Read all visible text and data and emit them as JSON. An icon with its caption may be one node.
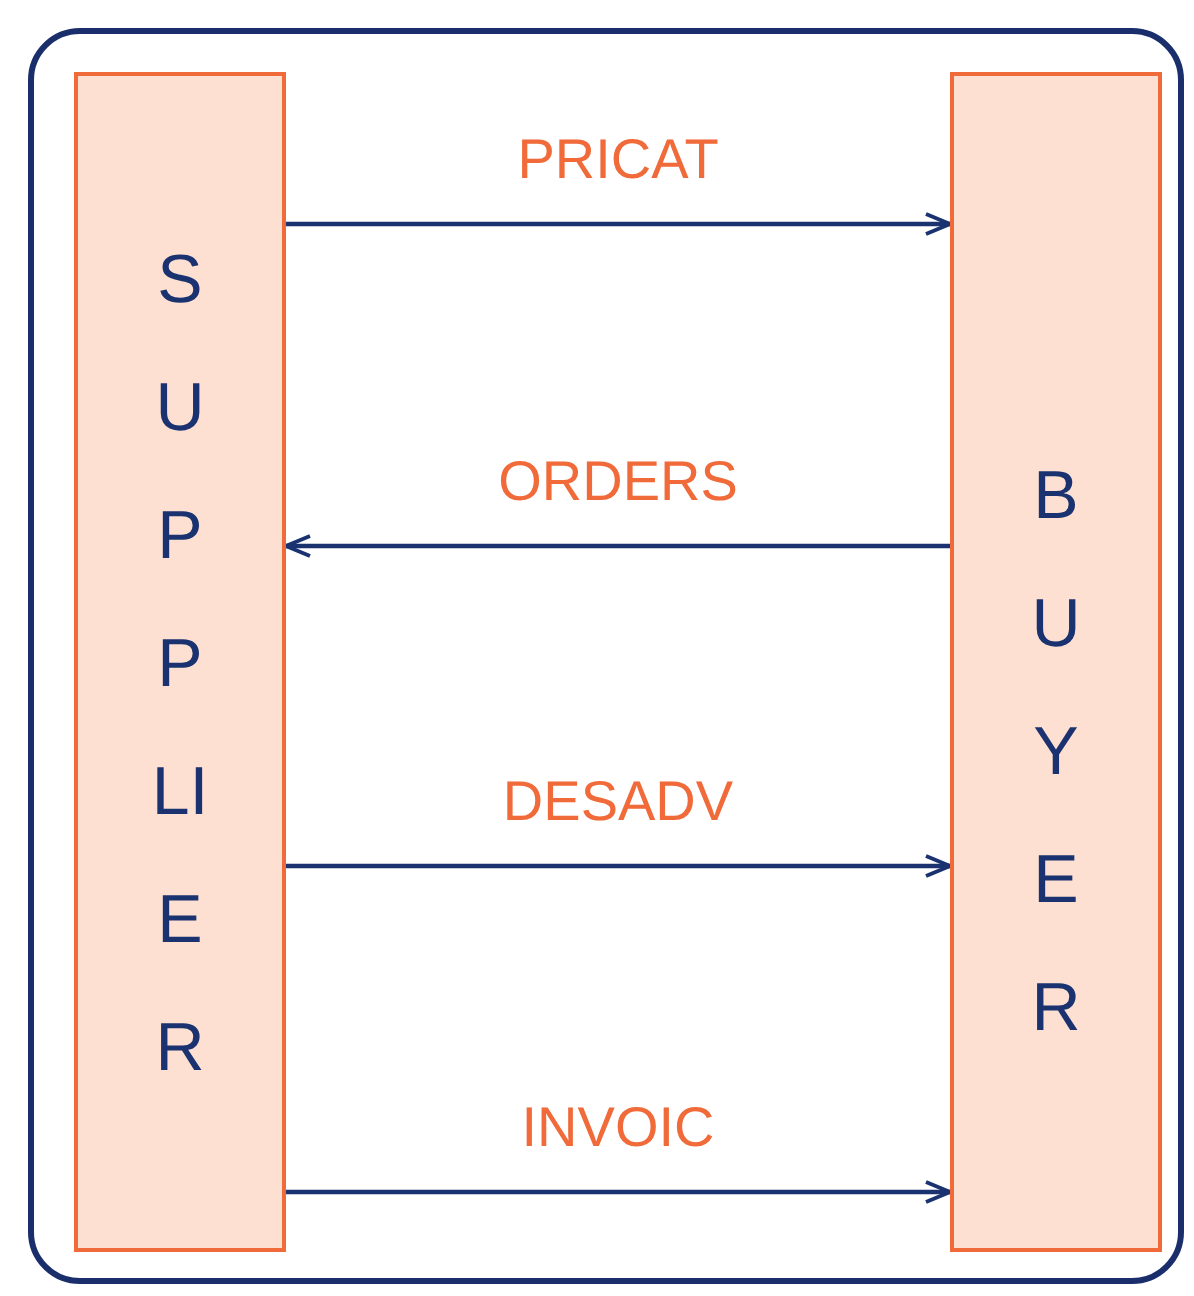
{
  "diagram": {
    "nodes": [
      {
        "text": [
          "SUPPLIER"
        ]
      },
      {
        "text": [
          "BUYER"
        ]
      }
    ],
    "edges": [
      {
        "from": 0,
        "to": 1,
        "arrow": "to",
        "label": "PRICAT"
      },
      {
        "from": 1,
        "to": 0,
        "arrow": "to",
        "label": "ORDERS"
      },
      {
        "from": 0,
        "to": 1,
        "arrow": "to",
        "label": "DESADV"
      },
      {
        "from": 0,
        "to": 1,
        "arrow": "to",
        "label": "INVOIC"
      }
    ]
  }
}
